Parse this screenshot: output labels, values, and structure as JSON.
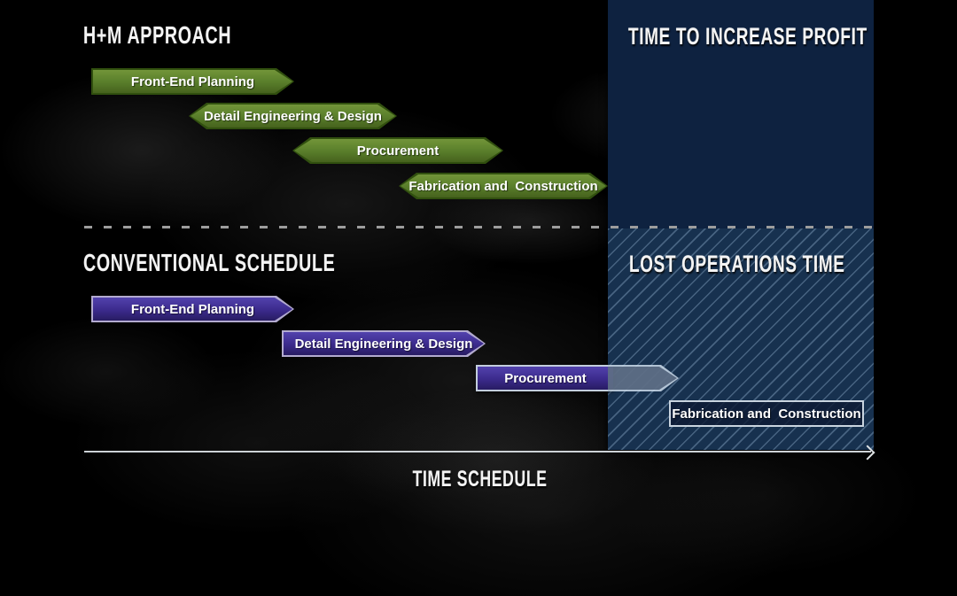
{
  "hm_section": {
    "heading": "H+M APPROACH",
    "bars": [
      {
        "label": "Front-End Planning"
      },
      {
        "label": "Detail Engineering & Design"
      },
      {
        "label": "Procurement"
      },
      {
        "label": "Fabrication and  Construction"
      }
    ]
  },
  "conventional_section": {
    "heading": "CONVENTIONAL SCHEDULE",
    "bars": [
      {
        "label": "Front-End Planning"
      },
      {
        "label": "Detail Engineering & Design"
      },
      {
        "label": "Procurement"
      },
      {
        "label": "Fabrication and  Construction"
      }
    ]
  },
  "panel": {
    "profit_heading": "TIME TO INCREASE PROFIT",
    "lost_heading": "LOST OPERATIONS TIME"
  },
  "axis": {
    "label": "TIME SCHEDULE"
  },
  "colors": {
    "hm_bar_green": "#587d2a",
    "conventional_bar_purple": "#3b2a8c",
    "profit_panel_navy": "#0e2240",
    "lost_panel_navy": "#17314f",
    "hatch_line": "#8aa8c6",
    "divider_gray": "#9d9d9d",
    "background": "#000000"
  }
}
